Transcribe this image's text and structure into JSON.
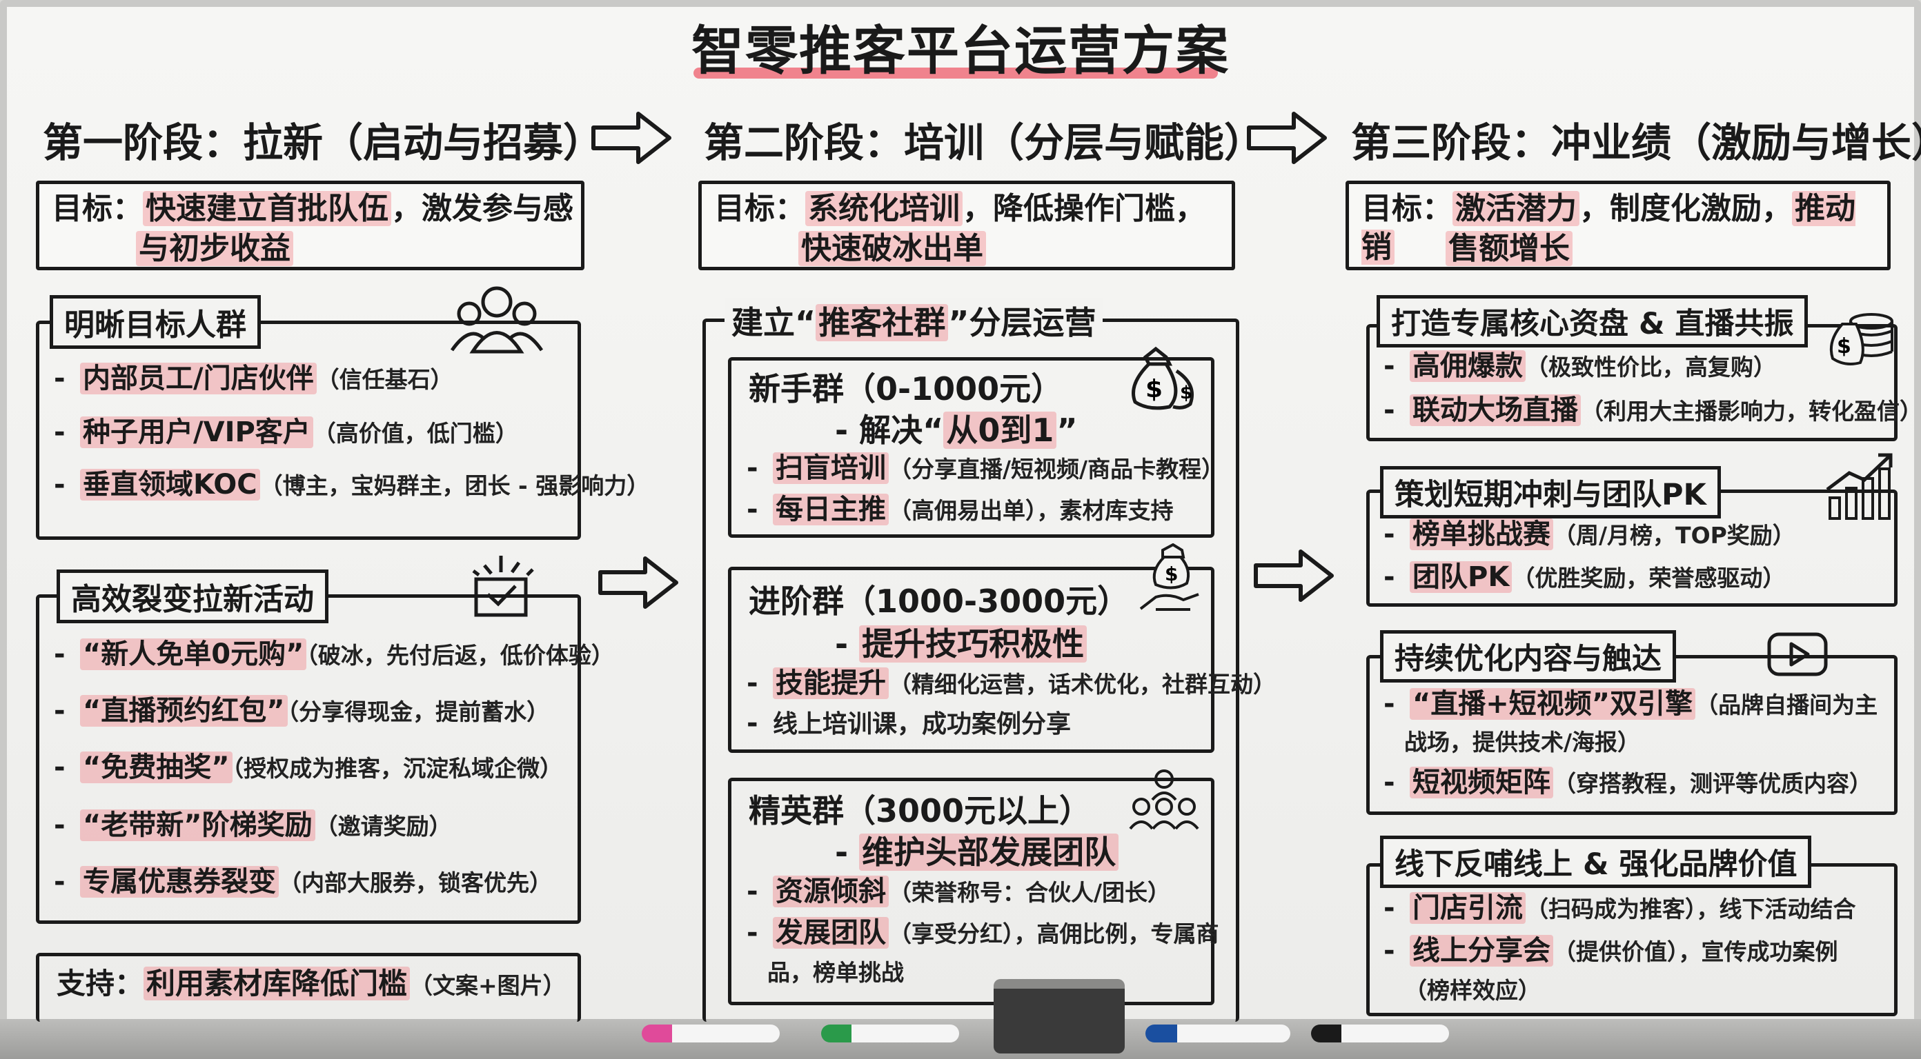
{
  "title": "智零推客平台运营方案",
  "phases": [
    {
      "label": "第一阶段：拉新（启动与招募）"
    },
    {
      "label": "第二阶段：培训（分层与赋能）"
    },
    {
      "label": "第三阶段：冲业绩（激励与增长）"
    }
  ],
  "goals": [
    {
      "prefix": "目标：",
      "line1_hl": "快速建立首批队伍",
      "line1_rest": "，激发参与感",
      "line2_hl": "与初步收益"
    },
    {
      "prefix": "目标：",
      "line1_hl": "系统化培训",
      "line1_rest": "，降低操作门槛，",
      "line2_hl": "快速破冰出单"
    },
    {
      "prefix": "目标：",
      "line1_hl": "激活潜力",
      "line1_mid": "，制度化激励，",
      "line1_hl2": "推动销",
      "line2_hl": "售额增长"
    }
  ],
  "col1": {
    "target": {
      "title": "明晰目标人群",
      "items": [
        {
          "main": "内部员工/门店伙伴",
          "note": "（信任基石）"
        },
        {
          "main": "种子用户/VIP客户",
          "note": "（高价值，低门槛）"
        },
        {
          "main": "垂直领域KOC",
          "note": "（博主，宝妈群主，团长 - 强影响力）"
        }
      ]
    },
    "activities": {
      "title": "高效裂变拉新活动",
      "items": [
        {
          "main": "“新人免单0元购”",
          "note": "（破冰，先付后返，低价体验）"
        },
        {
          "main": "“直播预约红包”",
          "note": "（分享得现金，提前蓄水）"
        },
        {
          "main": "“免费抽奖”",
          "note": "（授权成为推客，沉淀私域企微）"
        },
        {
          "main": "“老带新”阶梯奖励",
          "note": "（邀请奖励）"
        },
        {
          "main": "专属优惠券裂变",
          "note": "（内部大服券，锁客优先）"
        }
      ]
    },
    "support": {
      "prefix": "支持：",
      "main": "利用素材库降低门槛",
      "note": "（文案+图片）"
    }
  },
  "col2": {
    "title_pre": "建立“",
    "title_hl": "推客社群",
    "title_post": "”分层运营",
    "groups": [
      {
        "name": "新手群（0-1000元）",
        "tag_pre": "- 解决“",
        "tag_hl": "从0到1",
        "tag_post": "”",
        "items": [
          {
            "main": "扫盲培训",
            "note": "（分享直播/短视频/商品卡教程）"
          },
          {
            "main": "每日主推",
            "note": "（高佣易出单），素材库支持"
          }
        ]
      },
      {
        "name": "进阶群（1000-3000元）",
        "tag_pre": "- ",
        "tag_hl": "提升技巧积极性",
        "tag_post": "",
        "items": [
          {
            "main": "技能提升",
            "note": "（精细化运营，话术优化，社群互动）"
          },
          {
            "main": "",
            "note": "线上培训课，成功案例分享"
          }
        ]
      },
      {
        "name": "精英群（3000元以上）",
        "tag_pre": "- ",
        "tag_hl": "维护头部发展团队",
        "tag_post": "",
        "items": [
          {
            "main": "资源倾斜",
            "note": "（荣誉称号：合伙人/团长）"
          },
          {
            "main": "发展团队",
            "note": "（享受分红），高佣比例，专属商"
          },
          {
            "main": "",
            "note": "品，榜单挑战"
          }
        ]
      }
    ]
  },
  "col3": {
    "sections": [
      {
        "title_main": "打造专属核心资盘",
        "title_amp": " & ",
        "title_end": "直播共振",
        "items": [
          {
            "main": "高佣爆款",
            "note": "（极致性价比，高复购）"
          },
          {
            "main": "联动大场直播",
            "note": "（利用大主播影响力，转化盈信）"
          }
        ]
      },
      {
        "title_main": "策划短期冲刺与团队PK",
        "items": [
          {
            "main": "榜单挑战赛",
            "note": "（周/月榜，TOP奖励）"
          },
          {
            "main": "团队PK",
            "note": "（优胜奖励，荣誉感驱动）"
          }
        ]
      },
      {
        "title_main": "持续优化内容与触达",
        "items": [
          {
            "main": "“直播+短视频”双引擎",
            "note": "（品牌自播间为主"
          },
          {
            "main": "",
            "note": "战场，提供技术/海报）"
          },
          {
            "main": "短视频矩阵",
            "note": "（穿搭教程，测评等优质内容）"
          }
        ]
      },
      {
        "title_main": "线下反哺线上 & 强化品牌价值",
        "items": [
          {
            "main": "门店引流",
            "note": "（扫码成为推客），线下活动结合"
          },
          {
            "main": "线上分享会",
            "note": "（提供价值），宣传成功案例"
          },
          {
            "main": "",
            "note": "（榜样效应）"
          }
        ]
      }
    ]
  },
  "colors": {
    "highlight": "#f07882",
    "ink": "#1a1a1a",
    "board": "#f4f4f2"
  },
  "icons": [
    "people-icon",
    "gift-box-icon",
    "money-bag-icon",
    "money-hand-icon",
    "team-icon",
    "money-stack-icon",
    "growth-chart-icon",
    "play-button-icon"
  ]
}
